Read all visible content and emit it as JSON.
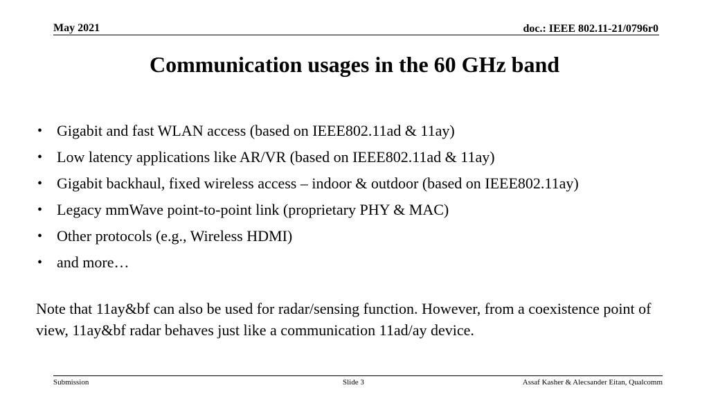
{
  "header": {
    "date": "May 2021",
    "doc_id": "doc.: IEEE 802.11-21/0796r0"
  },
  "title": "Communication usages in the 60 GHz band",
  "bullets": [
    "Gigabit and fast WLAN access (based on IEEE802.11ad & 11ay)",
    "Low latency applications like AR/VR (based on IEEE802.11ad & 11ay)",
    "Gigabit backhaul, fixed wireless access – indoor & outdoor (based on IEEE802.11ay)",
    "Legacy mmWave point-to-point link (proprietary PHY & MAC)",
    "Other protocols (e.g., Wireless HDMI)",
    "and more…"
  ],
  "bullet_glyph": "•",
  "note": "Note that 11ay&bf can also be used for radar/sensing function. However, from a coexistence point of view, 11ay&bf radar behaves just like a communication 11ad/ay device.",
  "footer": {
    "left": "Submission",
    "center": "Slide 3",
    "right": "Assaf Kasher & Alecsander Eitan, Qualcomm"
  }
}
